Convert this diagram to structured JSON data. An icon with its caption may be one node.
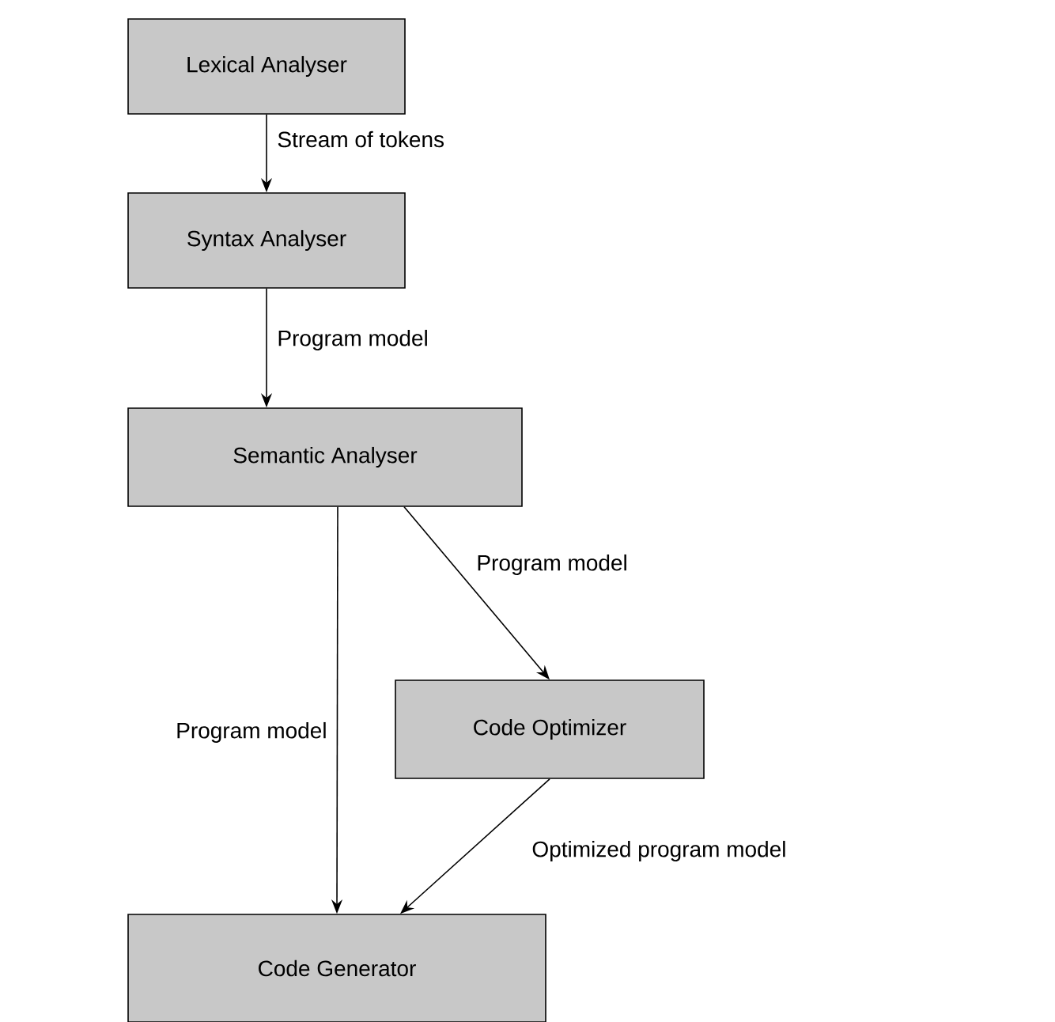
{
  "diagram": {
    "nodes": [
      {
        "text": [
          "Lexical Analyser"
        ]
      },
      {
        "text": [
          "Syntax Analyser"
        ]
      },
      {
        "text": [
          "Semantic Analyser"
        ]
      },
      {
        "text": [
          "Code Optimizer"
        ]
      },
      {
        "text": [
          "Code Generator"
        ]
      }
    ],
    "edges": [
      {
        "from": 0,
        "to": 1,
        "arrow": "to",
        "label": "Stream of tokens"
      },
      {
        "from": 1,
        "to": 2,
        "arrow": "to",
        "label": "Program model"
      },
      {
        "from": 2,
        "to": 3,
        "arrow": "to",
        "label": "Program model"
      },
      {
        "from": 2,
        "to": 4,
        "arrow": "to",
        "label": "Program model"
      },
      {
        "from": 3,
        "to": 4,
        "arrow": "to",
        "label": "Optimized program model"
      }
    ]
  }
}
